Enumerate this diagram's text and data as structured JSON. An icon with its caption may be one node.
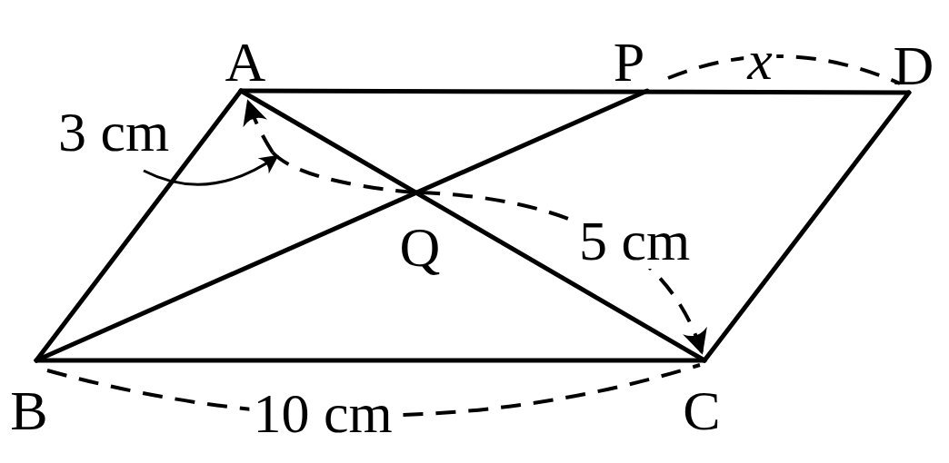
{
  "diagram": {
    "nodes": [
      {
        "text": [
          "A"
        ]
      },
      {
        "text": [
          "B"
        ]
      },
      {
        "text": [
          "C"
        ]
      },
      {
        "text": [
          "D"
        ]
      },
      {
        "text": [
          "P"
        ]
      }
    ],
    "edges": [
      {
        "from": 0,
        "to": 1,
        "arrow": "none"
      },
      {
        "from": 0,
        "to": 3,
        "arrow": "none"
      },
      {
        "from": 1,
        "to": 2,
        "arrow": "none"
      },
      {
        "from": 2,
        "to": 3,
        "arrow": "none"
      },
      {
        "from": 0,
        "to": 2,
        "arrow": "none"
      },
      {
        "from": 1,
        "to": 4,
        "arrow": "none"
      }
    ],
    "labels": [
      "Q",
      "3 cm",
      "5 cm",
      "10 cm",
      "x"
    ]
  }
}
